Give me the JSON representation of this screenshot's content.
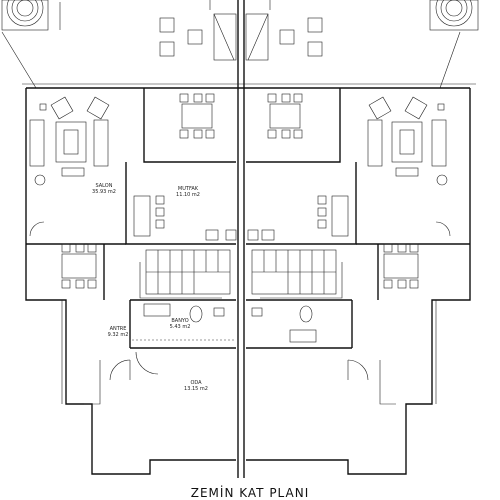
{
  "plan": {
    "title": "ZEMİN KAT PLANI",
    "rooms": [
      {
        "key": "salon",
        "name": "SALON",
        "area": "35.93 m2"
      },
      {
        "key": "mutfak",
        "name": "MUTFAK",
        "area": "11.10 m2"
      },
      {
        "key": "banyo",
        "name": "BANYO",
        "area": "5.43 m2"
      },
      {
        "key": "antre",
        "name": "ANTRE",
        "area": "9.32 m2"
      },
      {
        "key": "oda",
        "name": "ODA",
        "area": "13.15 m2"
      }
    ]
  }
}
